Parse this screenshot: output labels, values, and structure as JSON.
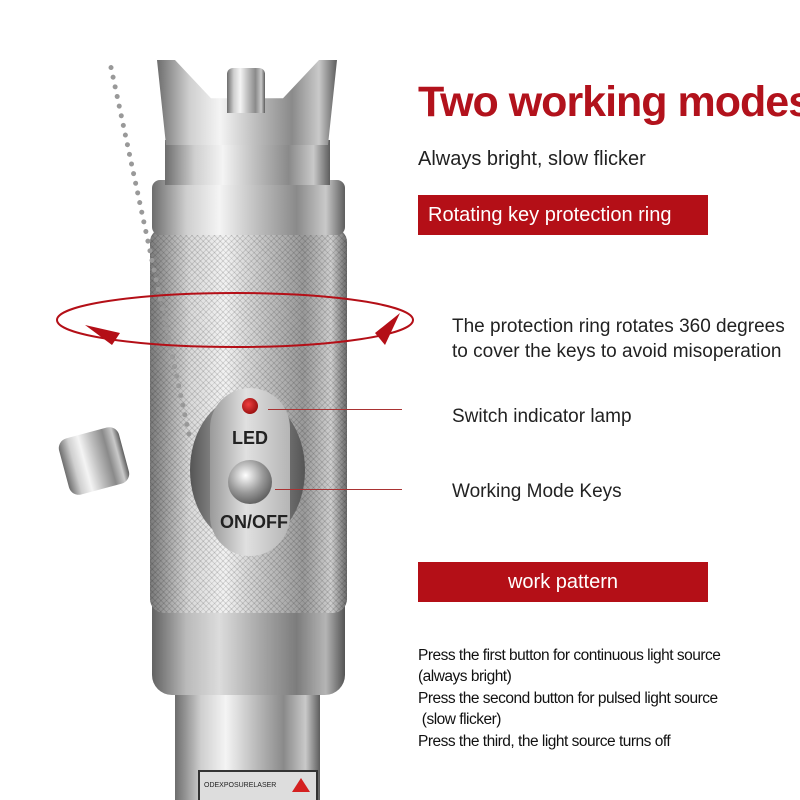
{
  "header": {
    "title": "Two working modes",
    "subtitle": "Always bright, slow flicker"
  },
  "banner1": {
    "label": "Rotating key protection ring"
  },
  "callouts": {
    "ring_line1": "The protection ring rotates 360 degrees",
    "ring_line2": "to cover the keys to avoid misoperation",
    "indicator": "Switch indicator lamp",
    "keys": "Working Mode Keys"
  },
  "device": {
    "led_label": "LED",
    "button_label": "ON/OFF",
    "sticker_text": "ODEXPOSURELASER"
  },
  "banner2": {
    "label": "work pattern"
  },
  "instructions": [
    "Press the first button for continuous light source",
    "(always bright)",
    "Press the second button for pulsed light source",
    " (slow flicker)",
    "Press the third, the light source turns off"
  ],
  "colors": {
    "accent": "#b40f17"
  }
}
